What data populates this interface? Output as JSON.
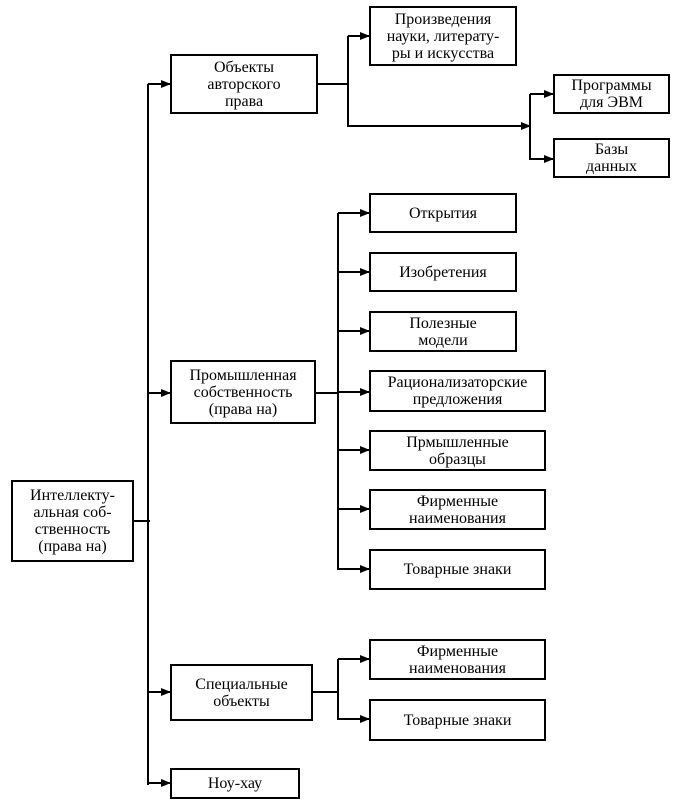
{
  "diagram": {
    "root": "Интеллекту-\nальная соб-\nственность\n(права на)",
    "copyright": {
      "label": "Объекты\nавторского\nправа",
      "works": "Произведения\nнауки, литерату-\nры и искусства",
      "programs": "Программы\nдля ЭВМ",
      "databases": "Базы\nданных"
    },
    "industrial": {
      "label": "Промышленная\nсобственность\n(права на)",
      "items": [
        "Открытия",
        "Изобретения",
        "Полезные\nмодели",
        "Рационализаторские\nпредложения",
        "Прмышленные\nобразцы",
        "Фирменные\nнаименования",
        "Товарные знаки"
      ]
    },
    "special": {
      "label": "Специальные\nобъекты",
      "items": [
        "Фирменные\nнаименования",
        "Товарные знаки"
      ]
    },
    "knowhow": "Ноу-хау"
  },
  "colors": {
    "line": "#000000",
    "box_border": "#000000",
    "background": "#ffffff"
  }
}
